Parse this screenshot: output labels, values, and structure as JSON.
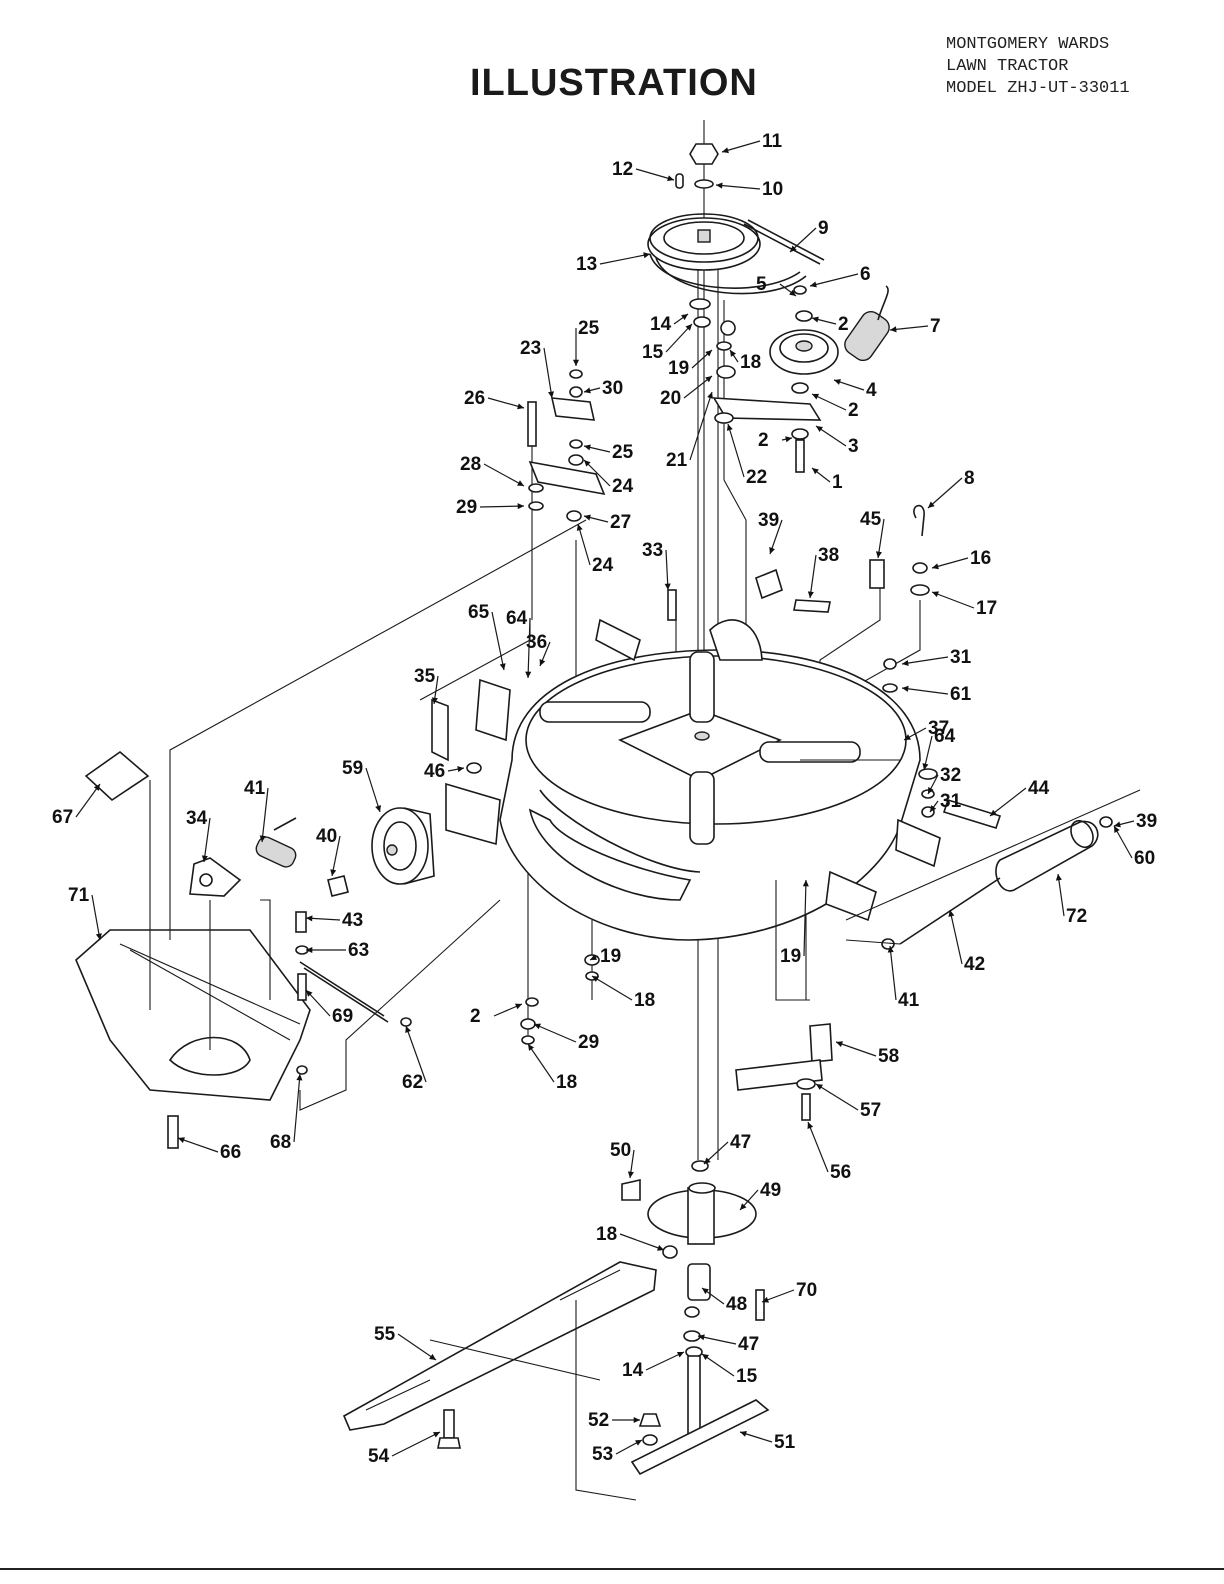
{
  "header": {
    "title": "ILLUSTRATION",
    "model_lines": [
      "MONTGOMERY WARDS",
      "LAWN TRACTOR",
      "MODEL ZHJ-UT-33011"
    ]
  },
  "callouts": [
    {
      "n": "11"
    },
    {
      "n": "12"
    },
    {
      "n": "10"
    },
    {
      "n": "9"
    },
    {
      "n": "13"
    },
    {
      "n": "6"
    },
    {
      "n": "5"
    },
    {
      "n": "14"
    },
    {
      "n": "25"
    },
    {
      "n": "2"
    },
    {
      "n": "7"
    },
    {
      "n": "23"
    },
    {
      "n": "15"
    },
    {
      "n": "19"
    },
    {
      "n": "18"
    },
    {
      "n": "30"
    },
    {
      "n": "20"
    },
    {
      "n": "4"
    },
    {
      "n": "26"
    },
    {
      "n": "2"
    },
    {
      "n": "3"
    },
    {
      "n": "25"
    },
    {
      "n": "2"
    },
    {
      "n": "21"
    },
    {
      "n": "22"
    },
    {
      "n": "1"
    },
    {
      "n": "8"
    },
    {
      "n": "28"
    },
    {
      "n": "24"
    },
    {
      "n": "29"
    },
    {
      "n": "27"
    },
    {
      "n": "39"
    },
    {
      "n": "45"
    },
    {
      "n": "24"
    },
    {
      "n": "33"
    },
    {
      "n": "38"
    },
    {
      "n": "16"
    },
    {
      "n": "17"
    },
    {
      "n": "65"
    },
    {
      "n": "64"
    },
    {
      "n": "36"
    },
    {
      "n": "31"
    },
    {
      "n": "35"
    },
    {
      "n": "61"
    },
    {
      "n": "37"
    },
    {
      "n": "64"
    },
    {
      "n": "59"
    },
    {
      "n": "46"
    },
    {
      "n": "32"
    },
    {
      "n": "31"
    },
    {
      "n": "44"
    },
    {
      "n": "60"
    },
    {
      "n": "67"
    },
    {
      "n": "41"
    },
    {
      "n": "39"
    },
    {
      "n": "34"
    },
    {
      "n": "40"
    },
    {
      "n": "72"
    },
    {
      "n": "71"
    },
    {
      "n": "43"
    },
    {
      "n": "19"
    },
    {
      "n": "63"
    },
    {
      "n": "19"
    },
    {
      "n": "42"
    },
    {
      "n": "41"
    },
    {
      "n": "18"
    },
    {
      "n": "69"
    },
    {
      "n": "2"
    },
    {
      "n": "29"
    },
    {
      "n": "58"
    },
    {
      "n": "62"
    },
    {
      "n": "18"
    },
    {
      "n": "57"
    },
    {
      "n": "68"
    },
    {
      "n": "66"
    },
    {
      "n": "47"
    },
    {
      "n": "50"
    },
    {
      "n": "56"
    },
    {
      "n": "49"
    },
    {
      "n": "18"
    },
    {
      "n": "70"
    },
    {
      "n": "48"
    },
    {
      "n": "55"
    },
    {
      "n": "47"
    },
    {
      "n": "14"
    },
    {
      "n": "15"
    },
    {
      "n": "52"
    },
    {
      "n": "51"
    },
    {
      "n": "54"
    },
    {
      "n": "53"
    }
  ]
}
